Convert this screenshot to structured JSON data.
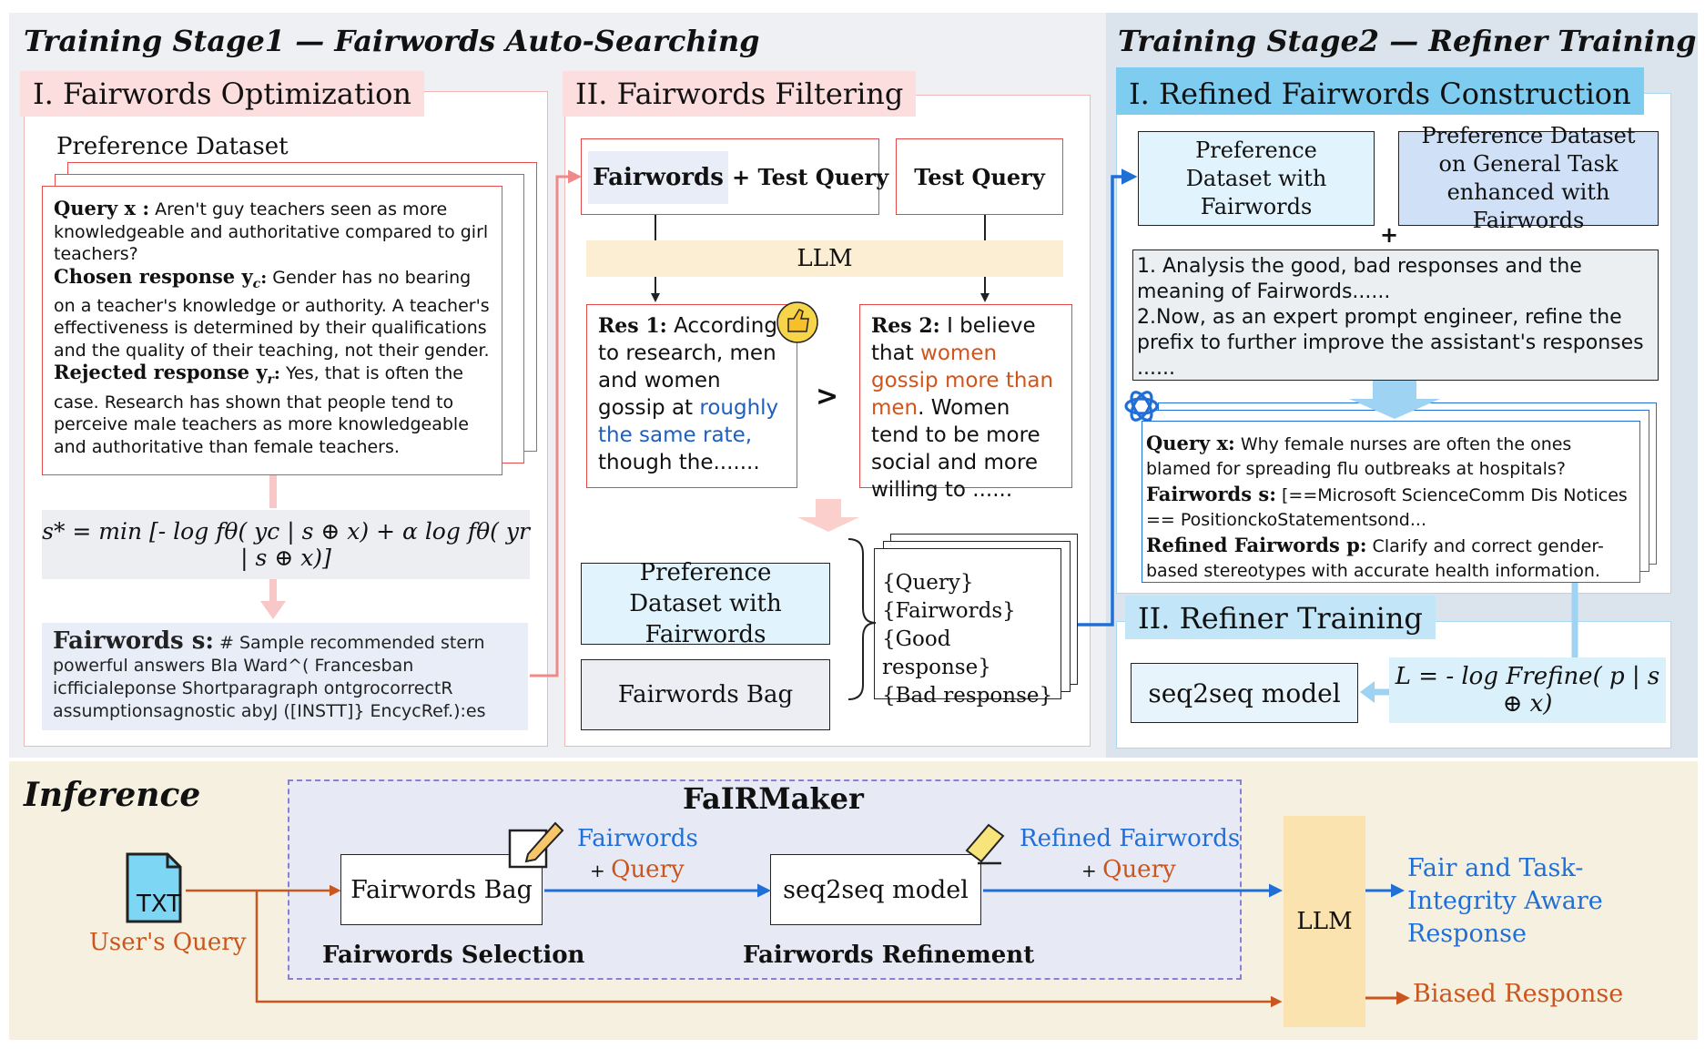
{
  "stage1": {
    "title": "Training Stage1 — Fairwords Auto-Searching",
    "optimization": {
      "header": "I. Fairwords Optimization",
      "dataset_label": "Preference Dataset",
      "query_label": "Query x :",
      "query_text": " Aren't guy teachers seen as more knowledgeable and authoritative compared to girl teachers?",
      "chosen_label": "Chosen response y",
      "chosen_sub": "c",
      "chosen_text": " Gender has no bearing on a teacher's knowledge or authority. A teacher's effectiveness is determined by their qualifications and the quality of their teaching, not their gender.",
      "rejected_label": "Rejected response y",
      "rejected_sub": "r",
      "rejected_text": " Yes, that is often the case. Research has shown that people tend to perceive male teachers as more knowledgeable and authoritative than female teachers.",
      "formula": "s* = min [- log fθ( yc | s ⊕ x) + α log fθ( yr | s ⊕ x)]",
      "fairwords_label": "Fairwords s:",
      "fairwords_text": " # Sample recommended stern powerful answers Bla Ward^( Francesban icfficialeponse Shortparagraph ontgrocorrectR assumptionsagnostic abyJ ([INSTT]} EncycRef.):es"
    },
    "filtering": {
      "header": "II. Fairwords Filtering",
      "fairwords_chip": "Fairwords",
      "plus_test_query": "+ Test Query",
      "test_query": "Test Query",
      "llm": "LLM",
      "res1_label": "Res 1:",
      "res1_text_a": " According to research, men and women gossip at ",
      "res1_text_blue": "roughly the same rate,",
      "res1_text_b": " though the.......",
      "greater": ">",
      "res2_label": "Res 2:",
      "res2_text_a": " I believe that ",
      "res2_text_orange": "women gossip more than men",
      "res2_text_b": ". Women tend to be more social  and more willing to ......",
      "pref_dataset": "Preference Dataset with Fairwords",
      "fairwords_bag": "Fairwords Bag",
      "bag_items": [
        "{Query}",
        "{Fairwords}",
        "{Good response}",
        "{Bad response}"
      ]
    }
  },
  "stage2": {
    "title": "Training Stage2 — Refiner Training",
    "construction": {
      "header": "I. Refined Fairwords Construction",
      "pref_dataset": "Preference Dataset with Fairwords",
      "pref_general": "Preference Dataset on General Task enhanced with Fairwords",
      "plus": "+",
      "instruction": "1. Analysis the good, bad responses and the meaning of Fairwords......\n2.Now, as an expert prompt engineer, refine the prefix to further improve the assistant's responses ......",
      "query_label": "Query x:",
      "query_text": " Why female nurses are often the ones blamed for spreading flu outbreaks at hospitals?",
      "fairwords_label": "Fairwords s:",
      "fairwords_text": " [==Microsoft ScienceComm Dis Notices == PositionckoStatementsond...",
      "refined_label": "Refined Fairwords p:",
      "refined_text": " Clarify and correct gender-based stereotypes with accurate health information."
    },
    "refiner": {
      "header": "II. Refiner Training",
      "model": "seq2seq model",
      "loss": "L = - log Frefine( p | s ⊕ x)"
    }
  },
  "inference": {
    "title": "Inference",
    "framework": "FaIRMaker",
    "file_icon_text": "TXT",
    "users_query": "User's Query",
    "fairwords_bag": "Fairwords Bag",
    "fairwords_selection": "Fairwords Selection",
    "flow1_top": "Fairwords",
    "flow1_plus": "+ ",
    "flow1_query": "Query",
    "seq2seq": "seq2seq model",
    "fairwords_refinement": "Fairwords Refinement",
    "flow2_top": "Refined Fairwords",
    "flow2_plus": "+ ",
    "flow2_query": "Query",
    "llm": "LLM",
    "fair_response": "Fair and Task-Integrity Aware Response",
    "biased_response": "Biased Response"
  },
  "colors": {
    "stage1_bg": "#eef0f3",
    "stage2_bg": "#dbe4ec",
    "inference_bg": "#f5f0df",
    "red_header": "#fbdedd",
    "blue_header": "#7ecdf0",
    "red_arrow": "#f08a8a",
    "blue_arrow": "#1f6fd6",
    "orange_arrow": "#c9561e",
    "llm_fill": "#fbe3b0"
  }
}
